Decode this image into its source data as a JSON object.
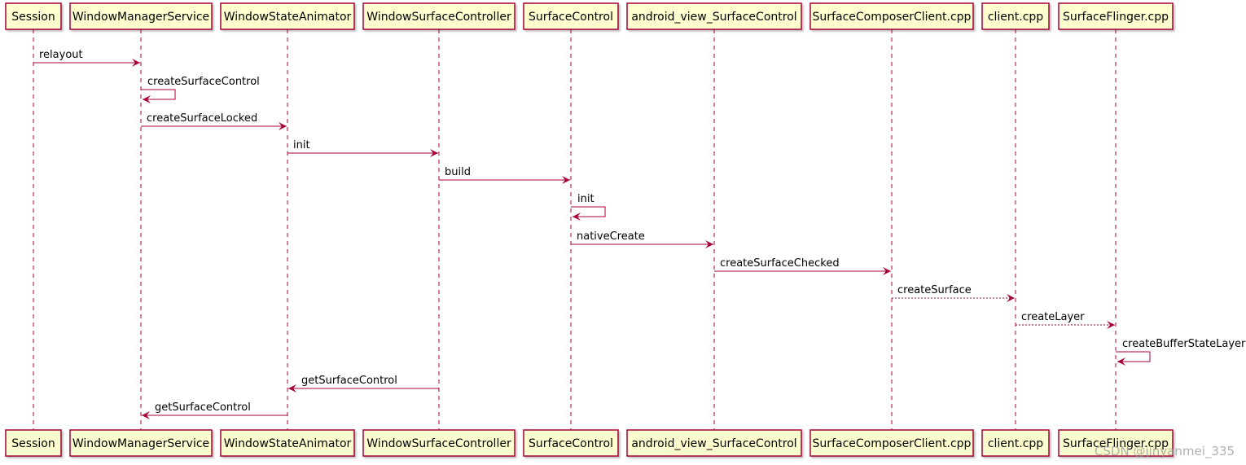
{
  "colors": {
    "participant_fill": "#FEFECE",
    "line": "#A80036"
  },
  "participants": [
    "Session",
    "WindowManagerService",
    "WindowStateAnimator",
    "WindowSurfaceController",
    "SurfaceControl",
    "android_view_SurfaceControl",
    "SurfaceComposerClient.cpp",
    "client.cpp",
    "SurfaceFlinger.cpp"
  ],
  "messages": [
    {
      "from": 0,
      "to": 1,
      "label": "relayout",
      "style": "solid"
    },
    {
      "from": 1,
      "to": 1,
      "label": "createSurfaceControl",
      "style": "solid"
    },
    {
      "from": 1,
      "to": 2,
      "label": "createSurfaceLocked",
      "style": "solid"
    },
    {
      "from": 2,
      "to": 3,
      "label": "init",
      "style": "solid"
    },
    {
      "from": 3,
      "to": 4,
      "label": "build",
      "style": "solid"
    },
    {
      "from": 4,
      "to": 4,
      "label": "init",
      "style": "solid"
    },
    {
      "from": 4,
      "to": 5,
      "label": "nativeCreate",
      "style": "solid"
    },
    {
      "from": 5,
      "to": 6,
      "label": "createSurfaceChecked",
      "style": "solid"
    },
    {
      "from": 6,
      "to": 7,
      "label": "createSurface",
      "style": "dashed"
    },
    {
      "from": 7,
      "to": 8,
      "label": "createLayer",
      "style": "dashed"
    },
    {
      "from": 8,
      "to": 8,
      "label": "createBufferStateLayer",
      "style": "solid"
    },
    {
      "from": 3,
      "to": 2,
      "label": "getSurfaceControl",
      "style": "solid"
    },
    {
      "from": 2,
      "to": 1,
      "label": "getSurfaceControl",
      "style": "solid"
    }
  ],
  "watermark": "CSDN @jinyanmei_335"
}
